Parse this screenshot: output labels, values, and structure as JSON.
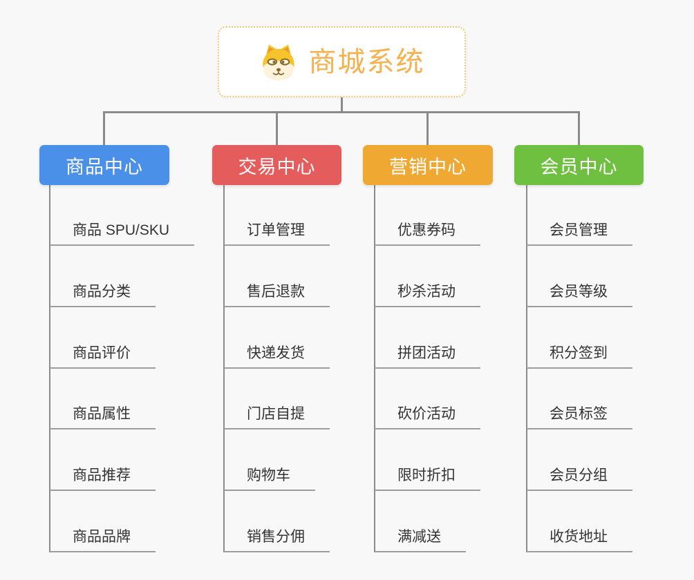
{
  "canvas": {
    "background_color": "#f8f8f9",
    "connector_color": "#8a8a8a",
    "leaf_underline_color": "#9c9c9c",
    "leaf_text_color": "#333333"
  },
  "root": {
    "title": "商城系统",
    "icon": "doge-icon",
    "text_color": "#f5b14e",
    "border_color": "#f6c36a",
    "background_color": "#ffffff"
  },
  "branches": [
    {
      "label": "商品中心",
      "color": "#4a8fe8",
      "items": [
        "商品 SPU/SKU",
        "商品分类",
        "商品评价",
        "商品属性",
        "商品推荐",
        "商品品牌"
      ]
    },
    {
      "label": "交易中心",
      "color": "#e45c5c",
      "items": [
        "订单管理",
        "售后退款",
        "快递发货",
        "门店自提",
        "购物车",
        "销售分佣"
      ]
    },
    {
      "label": "营销中心",
      "color": "#efa933",
      "items": [
        "优惠券码",
        "秒杀活动",
        "拼团活动",
        "砍价活动",
        "限时折扣",
        "满减送"
      ]
    },
    {
      "label": "会员中心",
      "color": "#6fbf40",
      "items": [
        "会员管理",
        "会员等级",
        "积分签到",
        "会员标签",
        "会员分组",
        "收货地址"
      ]
    }
  ]
}
